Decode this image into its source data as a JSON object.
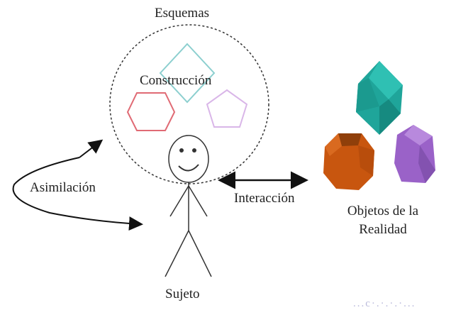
{
  "labels": {
    "esquemas": "Esquemas",
    "construccion": "Construcción",
    "asimilacion": "Asimilación",
    "interaccion": "Interacción",
    "objetos_line1": "Objetos de la",
    "objetos_line2": "Realidad",
    "sujeto": "Sujeto"
  },
  "footer": {
    "partial_text": "...c·.·.·.·..."
  },
  "colors": {
    "hexagon_outline": "#e06a74",
    "diamond_outline": "#8ccfcf",
    "pentagon_outline": "#d9b6e8",
    "teal_crystal": "#1fa59a",
    "orange_crystal": "#c8560f",
    "purple_crystal": "#9a62c8",
    "arrow": "#111111"
  }
}
